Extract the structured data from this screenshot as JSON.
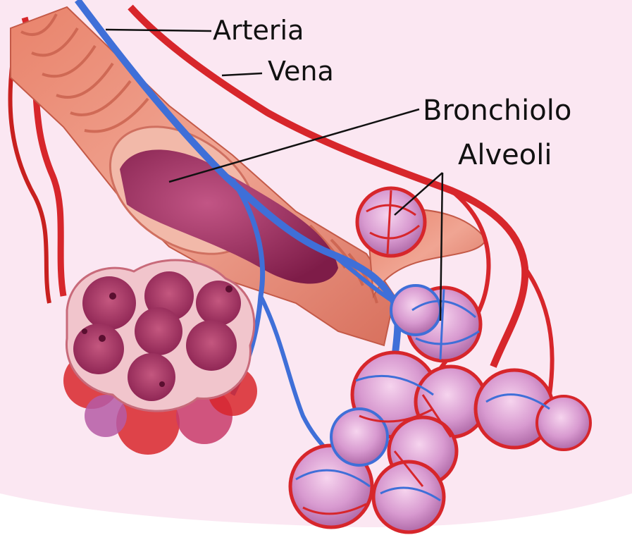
{
  "labels": {
    "arteria": "Arteria",
    "vena": "Vena",
    "bronchiolo": "Bronchiolo",
    "alveoli": "Alveoli"
  },
  "colors": {
    "background": "#fbe7f2",
    "artery": "#d7262b",
    "vein": "#3f6fd8",
    "bronchiole_wall": "#e8907d",
    "bronchiole_lumen": "#a32e5f",
    "alveolus": "#d89ad0",
    "leader_line": "#111111"
  }
}
